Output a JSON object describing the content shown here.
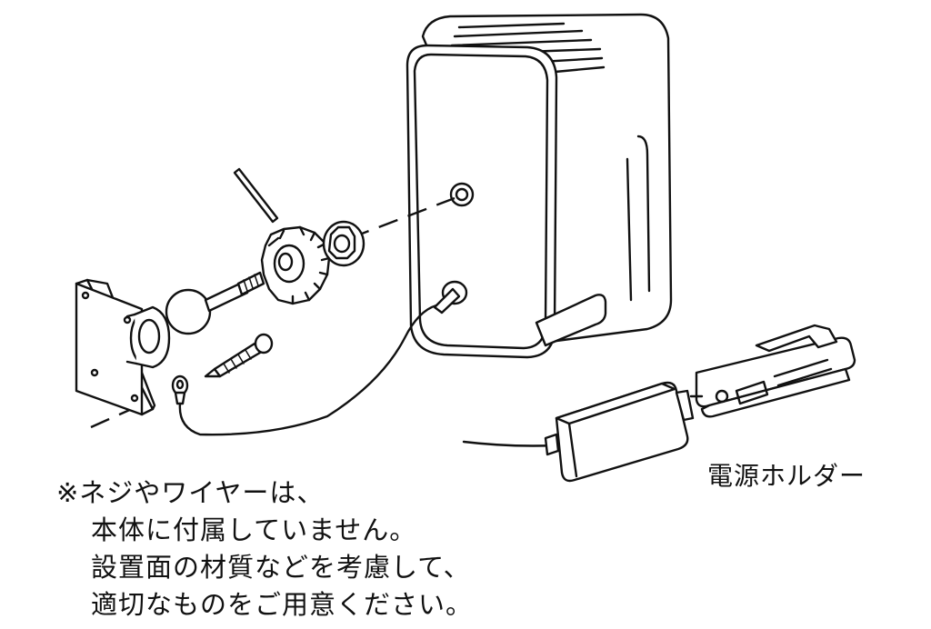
{
  "labels": {
    "power_holder": "電源ホルダー"
  },
  "note": {
    "lines": [
      "※ネジやワイヤーは、",
      "本体に付属していません。",
      "設置面の材質などを考慮して、",
      "適切なものをご用意ください。"
    ]
  }
}
